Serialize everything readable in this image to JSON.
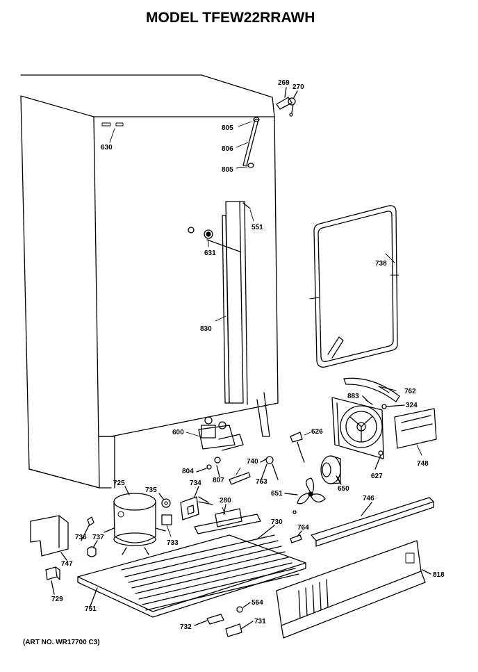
{
  "header": {
    "title": "MODEL TFEW22RRAWH"
  },
  "footer": {
    "art_no": "(ART NO. WR17700 C3)"
  },
  "labels": {
    "l269": "269",
    "l270": "270",
    "l805a": "805",
    "l630": "630",
    "l806": "806",
    "l805b": "805",
    "l551": "551",
    "l631": "631",
    "l738": "738",
    "l830": "830",
    "l762": "762",
    "l883": "883",
    "l324": "324",
    "l600": "600",
    "l626": "626",
    "l748": "748",
    "l740": "740",
    "l804": "804",
    "l807": "807",
    "l763": "763",
    "l627": "627",
    "l650": "650",
    "l725": "725",
    "l735": "735",
    "l734": "734",
    "l280": "280",
    "l651": "651",
    "l746": "746",
    "l730": "730",
    "l764": "764",
    "l736": "736",
    "l737": "737",
    "l733": "733",
    "l747": "747",
    "l818": "818",
    "l729": "729",
    "l751": "751",
    "l564": "564",
    "l732": "732",
    "l731": "731"
  }
}
